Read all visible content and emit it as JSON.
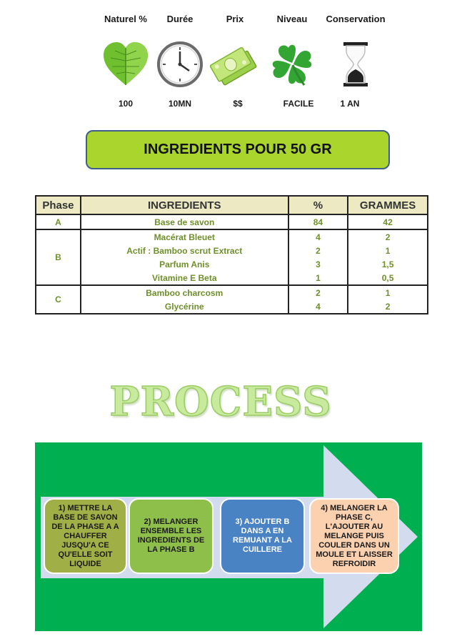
{
  "stats": {
    "natural": {
      "label": "Naturel %",
      "value": "100",
      "icon": "heart-leaf-icon"
    },
    "duration": {
      "label": "Durée",
      "value": "10MN",
      "icon": "clock-icon"
    },
    "price": {
      "label": "Prix",
      "value": "$$",
      "icon": "banknotes-icon"
    },
    "level": {
      "label": "Niveau",
      "value": "FACILE",
      "icon": "four-leaf-clover-icon"
    },
    "storage": {
      "label": "Conservation",
      "value": "1 AN",
      "icon": "hourglass-icon"
    }
  },
  "banner": {
    "title": "INGREDIENTS POUR 50 GR"
  },
  "table": {
    "headers": {
      "phase": "Phase",
      "ingredients": "INGREDIENTS",
      "percent": "%",
      "grams": "GRAMMES"
    },
    "phases": {
      "a": "A",
      "b": "B",
      "c": "C"
    },
    "rows": [
      {
        "ingredient": "Base de savon",
        "percent": "84",
        "grams": "42"
      },
      {
        "ingredient": "Macérat Bleuet",
        "percent": "4",
        "grams": "2"
      },
      {
        "ingredient": "Actif : Bamboo scrut Extract",
        "percent": "2",
        "grams": "1"
      },
      {
        "ingredient": "Parfum Anis",
        "percent": "3",
        "grams": "1,5"
      },
      {
        "ingredient": "Vitamine E Beta",
        "percent": "1",
        "grams": "0,5"
      },
      {
        "ingredient": "Bamboo charcosm",
        "percent": "2",
        "grams": "1"
      },
      {
        "ingredient": "Glycérine",
        "percent": "4",
        "grams": "2"
      }
    ]
  },
  "process": {
    "title": "PROCESS",
    "steps": [
      "1) METTRE LA BASE DE SAVON DE LA PHASE A A CHAUFFER JUSQU'A CE QU'ELLE SOIT LIQUIDE",
      "2) MELANGER ENSEMBLE LES INGREDIENTS DE LA PHASE B",
      "3) AJOUTER B DANS A EN REMUANT A LA CUILLERE",
      "4) MELANGER LA PHASE C, L'AJOUTER AU MELANGE PUIS COULER DANS UN MOULE ET LAISSER REFROIDIR"
    ]
  },
  "colors": {
    "banner_green": "#a9d52c",
    "panel_green": "#00b050",
    "table_text_green": "#6f8f2a",
    "step3_blue": "#4a83c4",
    "step4_peach": "#fbd1b0"
  }
}
